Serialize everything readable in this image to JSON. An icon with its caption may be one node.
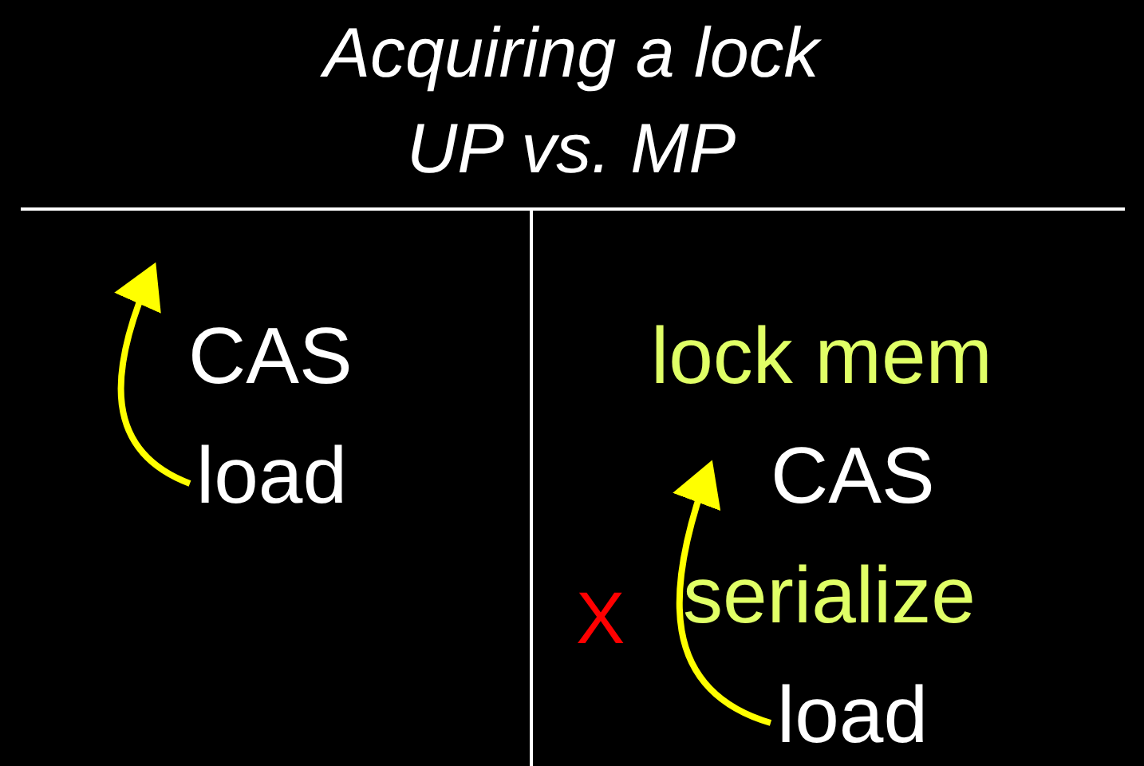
{
  "diagram": {
    "title": "Acquiring a lock UP vs. MP",
    "nodes": [
      {
        "text": [
          "CAS"
        ]
      },
      {
        "text": [
          "load"
        ]
      },
      {
        "text": [
          "lock mem"
        ]
      },
      {
        "text": [
          "CAS"
        ]
      },
      {
        "text": [
          "serialize"
        ]
      },
      {
        "text": [
          "load"
        ]
      }
    ],
    "edges": [
      {
        "from": 1,
        "to": 0,
        "arrow": "to"
      },
      {
        "from": 5,
        "to": 3,
        "arrow": "to",
        "label": "X"
      }
    ]
  }
}
